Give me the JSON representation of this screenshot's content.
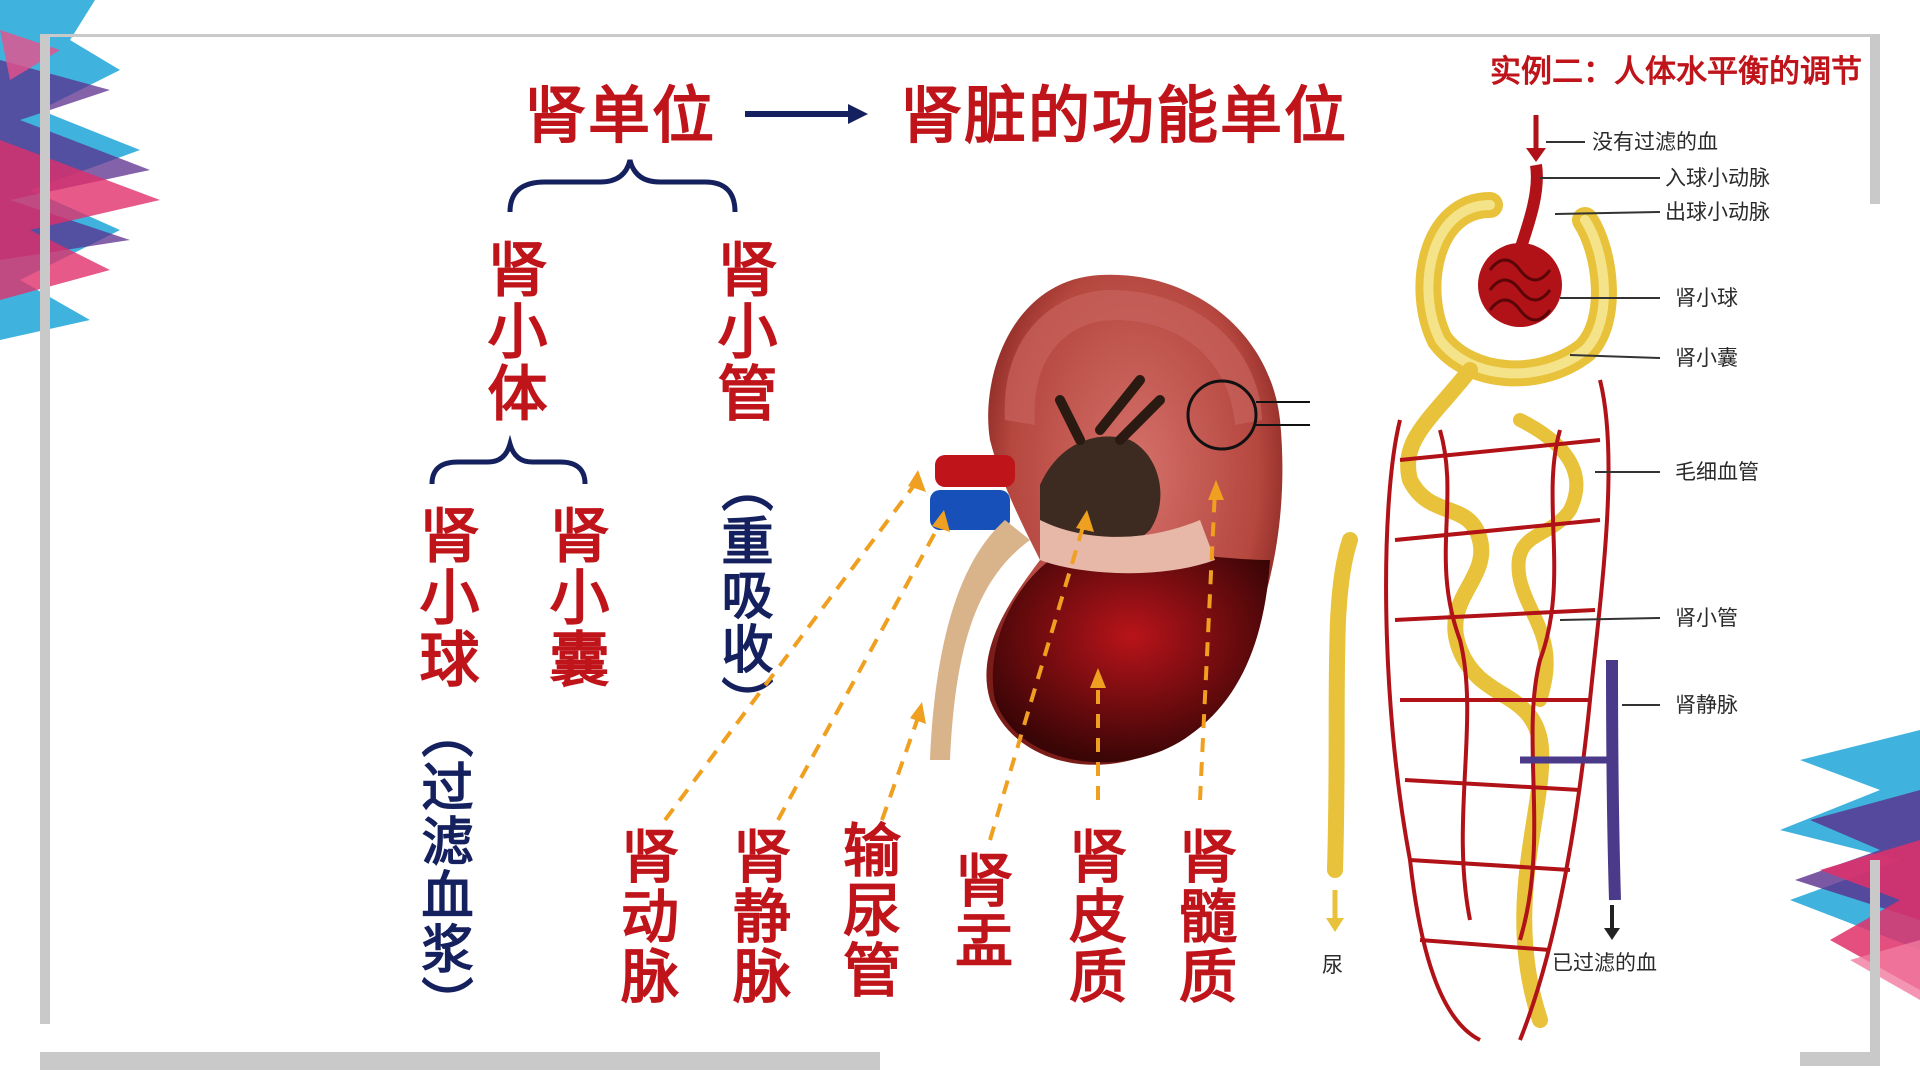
{
  "slide": {
    "title": "实例二：人体水平衡的调节",
    "heading": "肾单位",
    "heading_definition": "肾脏的功能单位"
  },
  "tree": {
    "renal_corpuscle": "肾小体",
    "renal_tubule": "肾小管",
    "renal_tubule_function": "（重吸收）",
    "glomerulus": "肾小球",
    "glomerulus_function": "（过滤血浆）",
    "bowman_capsule": "肾小囊"
  },
  "kidney_labels": {
    "renal_artery": "肾动脉",
    "renal_vein": "肾静脉",
    "ureter": "输尿管",
    "renal_pelvis": "肾盂",
    "renal_cortex": "肾皮质",
    "renal_medulla": "肾髓质"
  },
  "nephron_labels": {
    "unfiltered_blood": "没有过滤的血",
    "afferent_arteriole": "入球小动脉",
    "efferent_arteriole": "出球小动脉",
    "glomerulus": "肾小球",
    "capsule": "肾小囊",
    "capillaries": "毛细血管",
    "tubule": "肾小管",
    "renal_vein": "肾静脉",
    "urine": "尿",
    "filtered_blood": "已过滤的血"
  },
  "colors": {
    "accent_red": "#c0141b",
    "navy": "#15205e",
    "arrow_orange": "#f0a020",
    "frame_gray": "#c9c9c9"
  }
}
